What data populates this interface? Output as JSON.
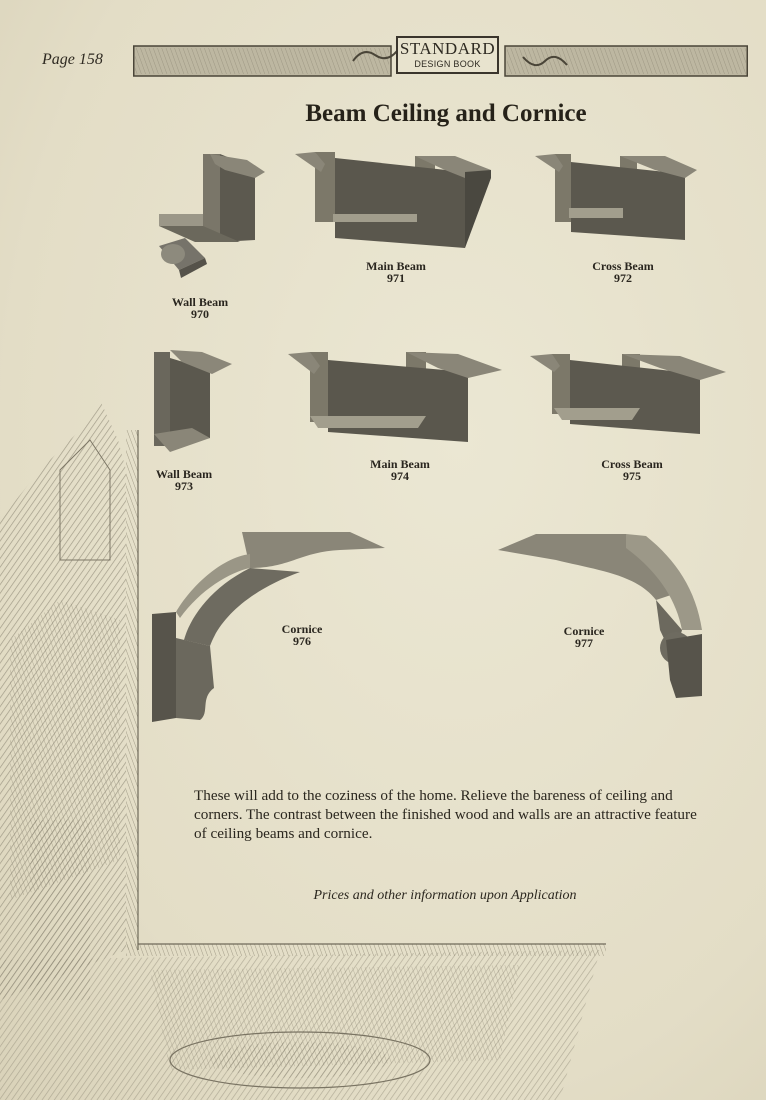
{
  "page": {
    "page_number": "Page 158",
    "logo": {
      "line1": "STANDARD",
      "line2": "DESIGN BOOK"
    },
    "title": "Beam Ceiling and Cornice",
    "items": [
      {
        "name": "Wall Beam",
        "number": "970"
      },
      {
        "name": "Main Beam",
        "number": "971"
      },
      {
        "name": "Cross Beam",
        "number": "972"
      },
      {
        "name": "Wall Beam",
        "number": "973"
      },
      {
        "name": "Main Beam",
        "number": "974"
      },
      {
        "name": "Cross Beam",
        "number": "975"
      },
      {
        "name": "Cornice",
        "number": "976"
      },
      {
        "name": "Cornice",
        "number": "977"
      }
    ],
    "description": "These will add to the coziness of the home. Relieve the bareness of ceiling and corners. The contrast between the finished wood and walls are an attractive feature of ceiling beams and cornice.",
    "prices_note": "Prices and other information upon Application"
  }
}
